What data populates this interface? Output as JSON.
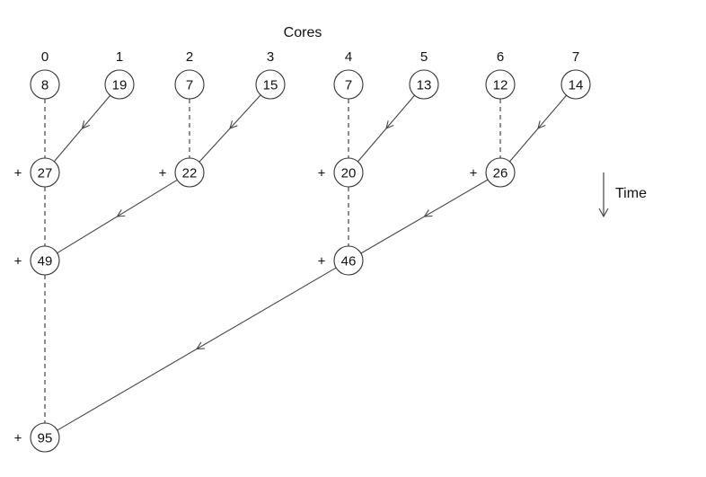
{
  "title": "Cores",
  "time_label": "Time",
  "cores": [
    "0",
    "1",
    "2",
    "3",
    "4",
    "5",
    "6",
    "7"
  ],
  "levels": [
    [
      "8",
      "19",
      "7",
      "15",
      "7",
      "13",
      "12",
      "14"
    ],
    [
      "27",
      "22",
      "20",
      "26"
    ],
    [
      "49",
      "46"
    ],
    [
      "95"
    ]
  ],
  "plus_sign": "+"
}
